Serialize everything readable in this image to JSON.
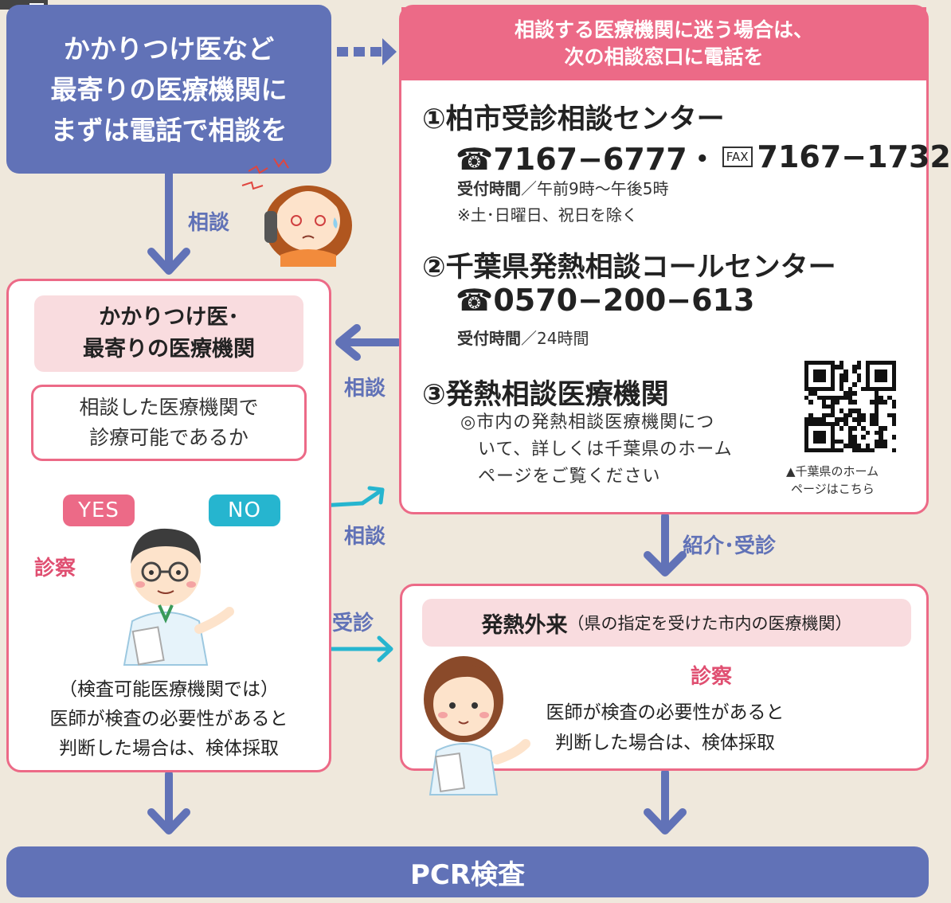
{
  "start_box": {
    "lines": [
      "かかりつけ医など",
      "最寄りの医療機関に",
      "まずは電話で相談を"
    ]
  },
  "consult_panel": {
    "header_lines": [
      "相談する医療機関に迷う場合は、",
      "次の相談窓口に電話を"
    ],
    "items": [
      {
        "title": "①柏市受診相談センター",
        "phone": "☎7167−6777・",
        "fax_icon_text": "FAX",
        "fax": "7167−1732",
        "hours_label": "受付時間",
        "hours_value": "／午前9時〜午後5時",
        "note": "※土･日曜日、祝日を除く"
      },
      {
        "title": "②千葉県発熱相談コールセンター",
        "phone": "☎0570−200−613",
        "hours_label": "受付時間",
        "hours_value": "／24時間"
      },
      {
        "title": "③発熱相談医療機関",
        "desc_lines": [
          "◎市内の発熱相談医療機関につ",
          "いて、詳しくは千葉県のホーム",
          "ページをご覧ください"
        ],
        "qr_caption_lines": [
          "▲千葉県のホーム",
          "ページはこちら"
        ]
      }
    ]
  },
  "left_card": {
    "title_lines": [
      "かかりつけ医･",
      "最寄りの医療機関"
    ],
    "question_lines": [
      "相談した医療機関で",
      "診療可能であるか"
    ],
    "yes": "YES",
    "no": "NO",
    "exam": "診察",
    "result_lines": [
      "（検査可能医療機関では）",
      "医師が検査の必要性があると",
      "判断した場合は、検体採取"
    ]
  },
  "right_card": {
    "title_bold": "発熱外来",
    "title_note": "（県の指定を受けた市内の医療機関）",
    "exam": "診察",
    "result_lines": [
      "医師が検査の必要性があると",
      "判断した場合は、検体採取"
    ]
  },
  "flow_labels": {
    "consult_down": "相談",
    "consult_left": "相談",
    "consult_no": "相談",
    "referral_right": "紹介･受診",
    "referral_no": "紹介･受診"
  },
  "final_box": {
    "label": "PCR検査"
  },
  "colors": {
    "blue": "#6172b7",
    "pink": "#ec6a87",
    "cyan": "#26b5cf",
    "bg": "#efe8dc"
  }
}
